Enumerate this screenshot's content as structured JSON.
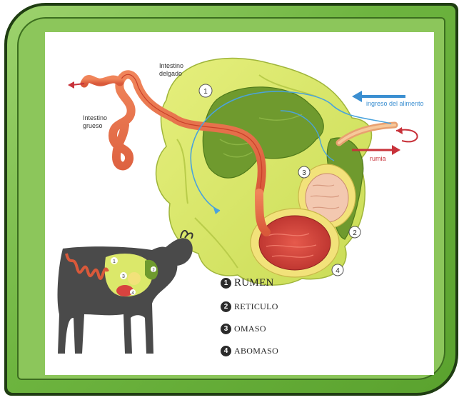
{
  "labels": {
    "intestino_delgado": "Intestino delgado",
    "intestino_grueso": "Intestino grueso",
    "ingreso_alimento": "ingreso del alimento",
    "rumia": "rumia"
  },
  "markers": [
    "1",
    "2",
    "3",
    "4"
  ],
  "legend": [
    {
      "num": "1",
      "name": "RUMEN"
    },
    {
      "num": "2",
      "name": "RETICULO"
    },
    {
      "num": "3",
      "name": "OMASO"
    },
    {
      "num": "4",
      "name": "ABOMASO"
    }
  ],
  "colors": {
    "frame_dark": "#1f3d12",
    "frame_green": "#6db43f",
    "rumen": "#dbe86a",
    "reticulo": "#6f9a2e",
    "omaso": "#f2e27a",
    "abomaso": "#d8433f",
    "intestine": "#e8734a",
    "food_arrow": "#3b8fd1",
    "rumia_arrow": "#c8323a"
  }
}
